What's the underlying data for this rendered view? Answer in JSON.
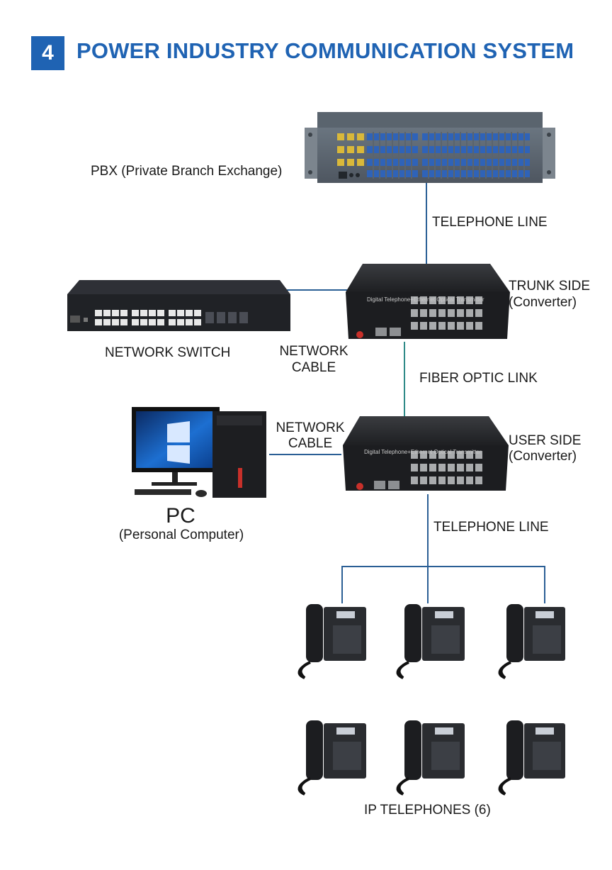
{
  "header": {
    "number": "4",
    "title": "POWER INDUSTRY COMMUNICATION SYSTEM"
  },
  "labels": {
    "pbx": "PBX (Private Branch Exchange)",
    "telephone_line_top": "TELEPHONE LINE",
    "trunk_side_1": "TRUNK SIDE",
    "trunk_side_2": "(Converter)",
    "network_switch": "NETWORK SWITCH",
    "network_cable_top_1": "NETWORK",
    "network_cable_top_2": "CABLE",
    "fiber_optic_link": "FIBER OPTIC LINK",
    "network_cable_mid_1": "NETWORK",
    "network_cable_mid_2": "CABLE",
    "user_side_1": "USER SIDE",
    "user_side_2": "(Converter)",
    "pc_title": "PC",
    "pc_subtitle": "(Personal Computer)",
    "telephone_line_bottom": "TELEPHONE LINE",
    "ip_telephones": "IP TELEPHONES (6)"
  },
  "device_text": {
    "converter_panel": "Digital Telephone+Ethernet Optical Transmitter"
  },
  "colors": {
    "accent": "#1f63b3",
    "link_line": "#2b5f95",
    "fiber_line": "#2f8a88"
  }
}
